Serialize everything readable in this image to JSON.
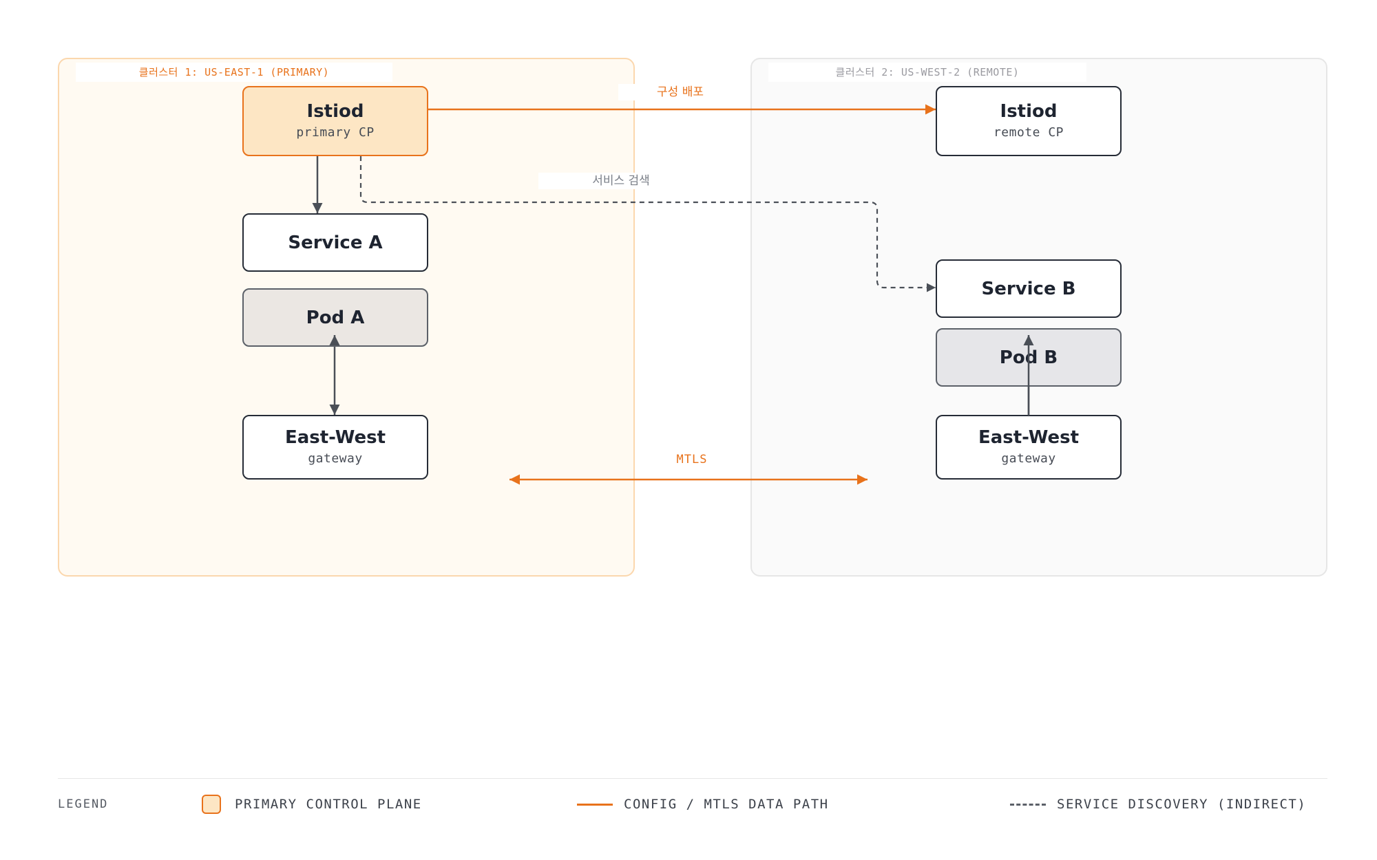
{
  "clusters": {
    "primary_label": "클러스터 1: US-EAST-1 (PRIMARY)",
    "remote_label": "클러스터 2: US-WEST-2 (REMOTE)"
  },
  "nodes": {
    "istiod_primary": {
      "title": "Istiod",
      "sub": "primary CP"
    },
    "service_a": {
      "title": "Service A"
    },
    "pod_a": {
      "title": "Pod A"
    },
    "ew_gateway_1": {
      "title": "East-West",
      "sub": "gateway"
    },
    "istiod_remote": {
      "title": "Istiod",
      "sub": "remote CP"
    },
    "service_b": {
      "title": "Service B"
    },
    "pod_b": {
      "title": "Pod B"
    },
    "ew_gateway_2": {
      "title": "East-West",
      "sub": "gateway"
    }
  },
  "edges": {
    "config_label": "구성 배포",
    "discovery_label": "서비스 검색",
    "mtls_label": "MTLS"
  },
  "legend": {
    "title": "LEGEND",
    "primary_cp": "PRIMARY CONTROL PLANE",
    "data_path": "CONFIG / MTLS DATA PATH",
    "discovery": "SERVICE DISCOVERY (INDIRECT)"
  },
  "colors": {
    "accent": "#e8721b",
    "primary_fill": "#fde6c4",
    "node_border": "#252b36",
    "muted_arrow": "#5b6068"
  }
}
